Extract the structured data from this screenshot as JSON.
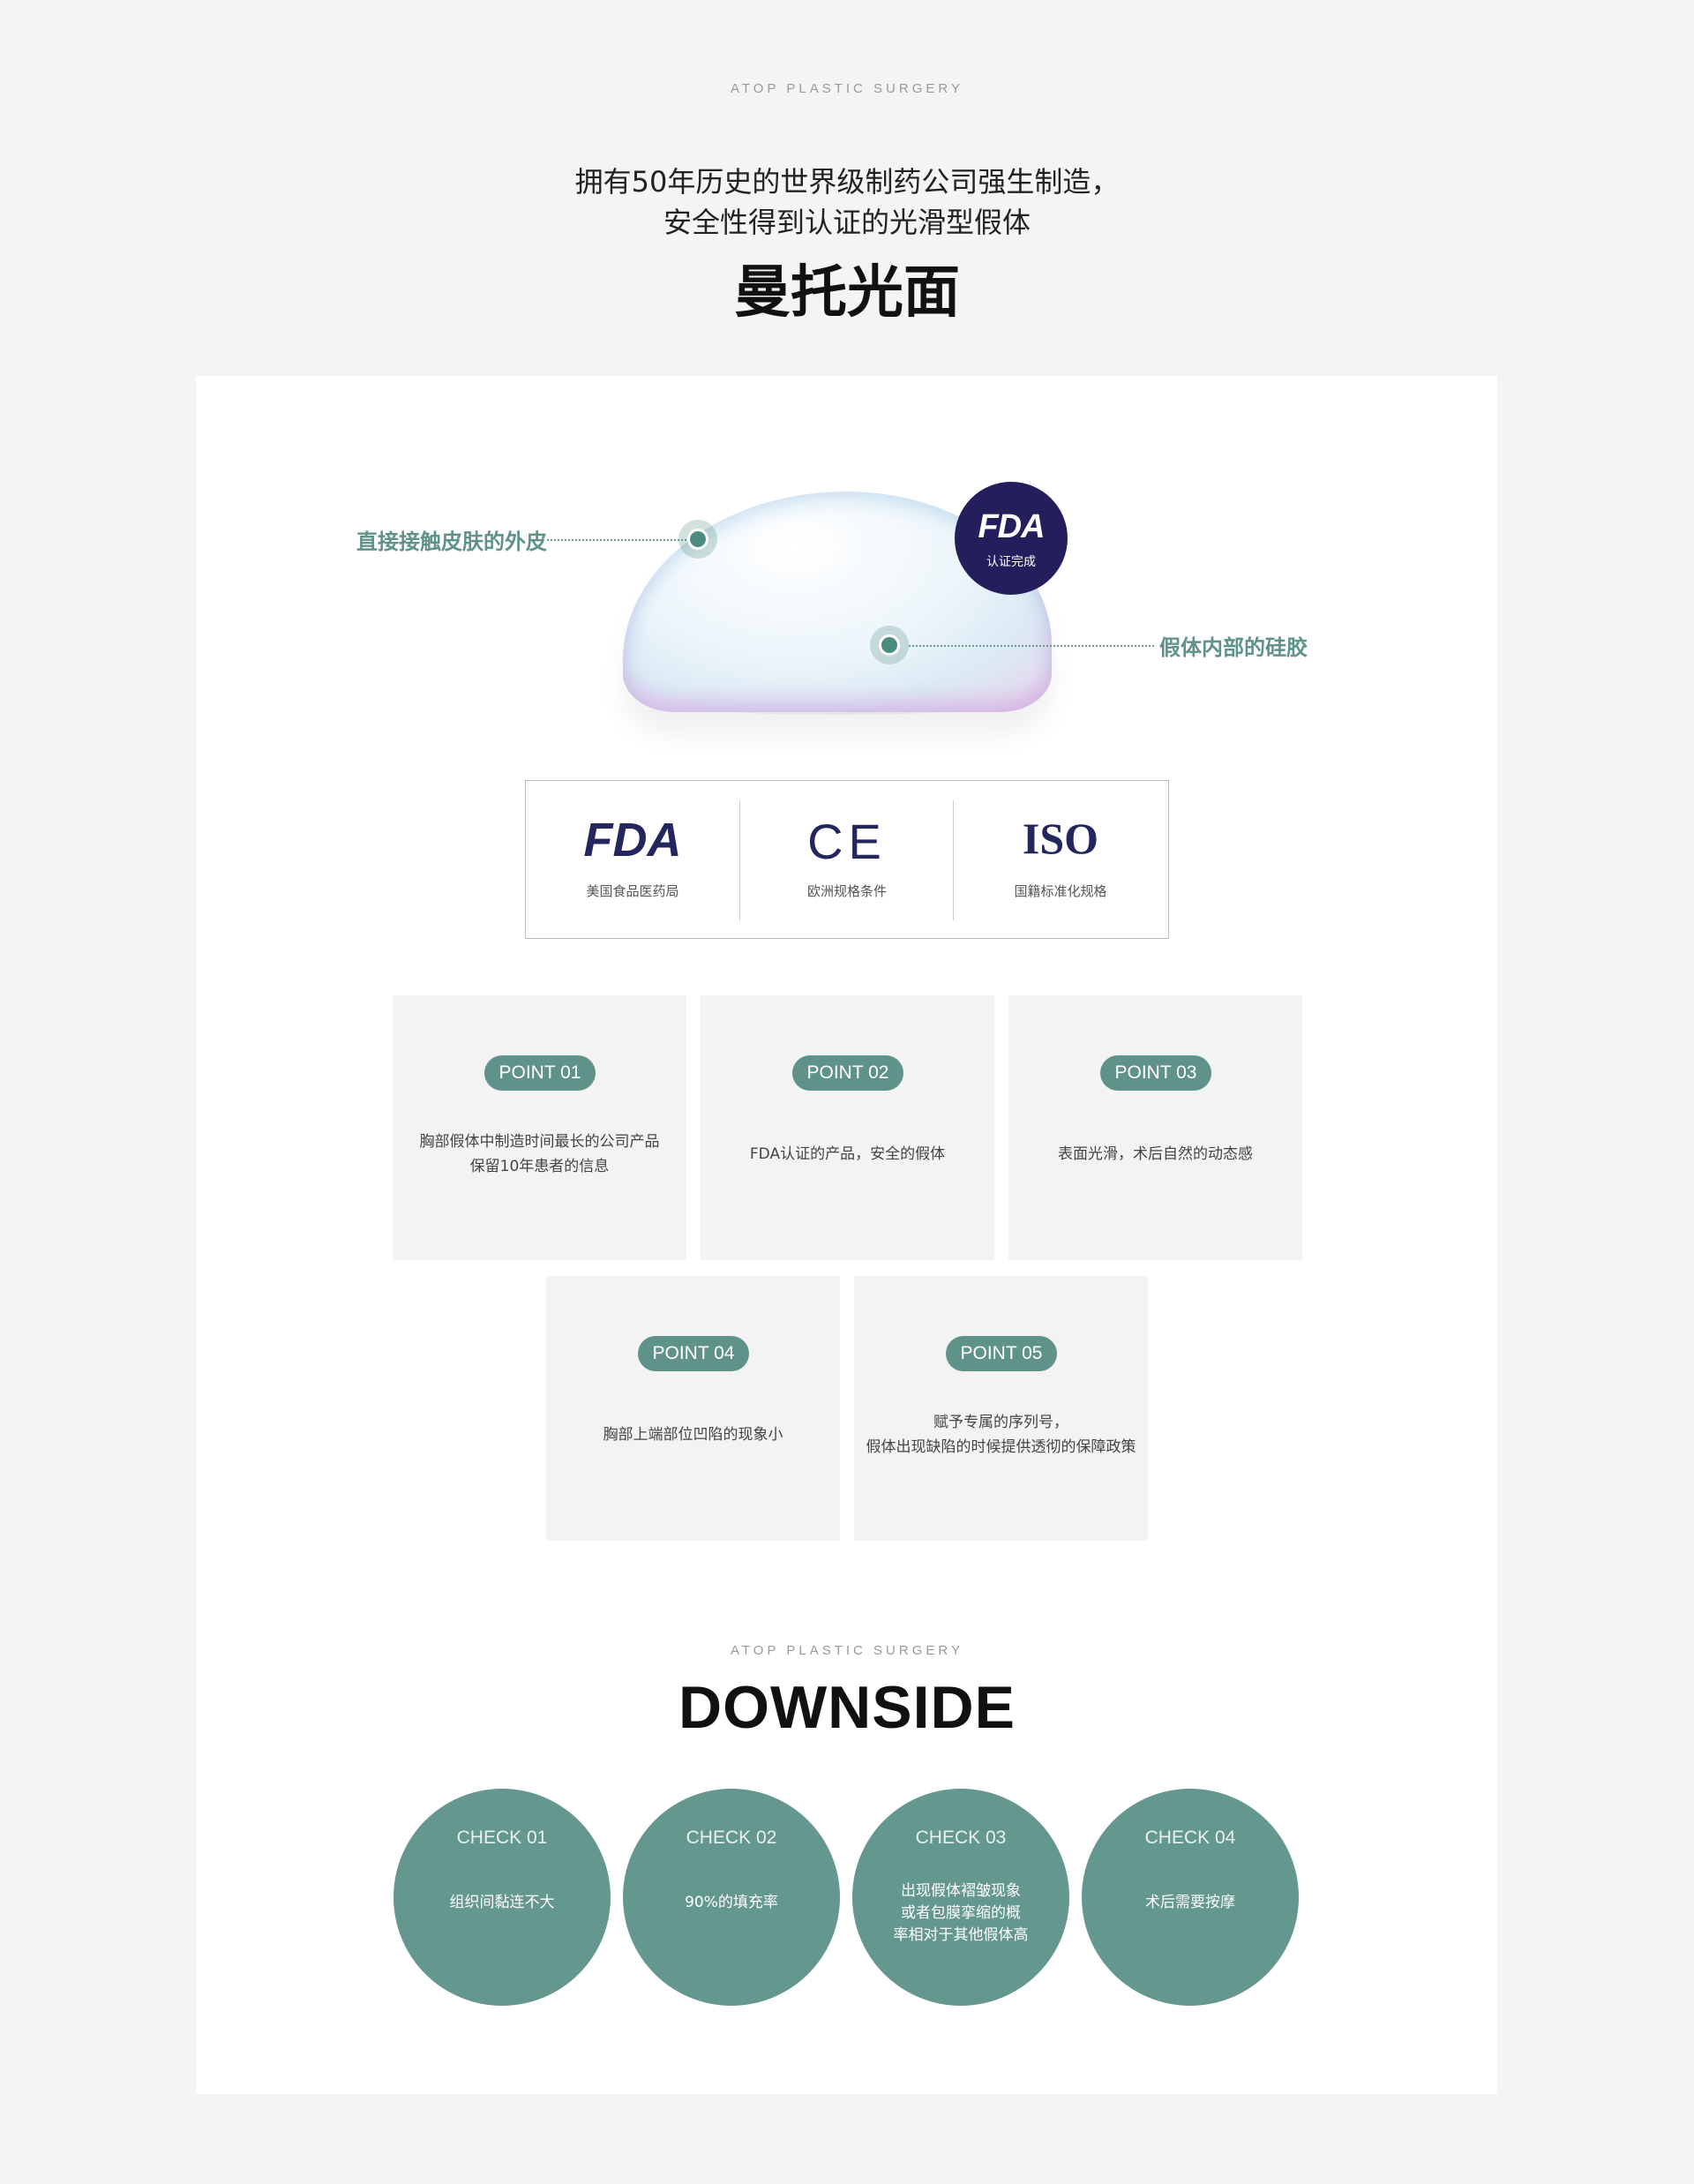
{
  "header": {
    "eyebrow": "ATOP PLASTIC SURGERY",
    "subtitle_line1": "拥有50年历史的世界级制药公司强生制造，",
    "subtitle_line2": "安全性得到认证的光滑型假体",
    "title": "曼托光面"
  },
  "product": {
    "callout_left": "直接接触皮肤的外皮",
    "callout_right": "假体内部的硅胶",
    "badge_mark": "FDA",
    "badge_caption": "认证完成"
  },
  "certifications": [
    {
      "logo": "FDA",
      "caption": "美国食品医药局"
    },
    {
      "logo": "CE",
      "caption": "欧洲规格条件"
    },
    {
      "logo": "ISO",
      "caption": "国籍标准化规格"
    }
  ],
  "points": [
    {
      "label": "POINT 01",
      "lines": [
        "胸部假体中制造时间最长的公司产品",
        "保留10年患者的信息"
      ]
    },
    {
      "label": "POINT 02",
      "lines": [
        "FDA认证的产品，安全的假体"
      ]
    },
    {
      "label": "POINT 03",
      "lines": [
        "表面光滑，术后自然的动态感"
      ]
    },
    {
      "label": "POINT 04",
      "lines": [
        "胸部上端部位凹陷的现象小"
      ]
    },
    {
      "label": "POINT 05",
      "lines": [
        "赋予专属的序列号，",
        "假体出现缺陷的时候提供透彻的保障政策"
      ]
    }
  ],
  "downside": {
    "eyebrow": "ATOP PLASTIC SURGERY",
    "title": "DOWNSIDE",
    "checks": [
      {
        "label": "CHECK 01",
        "lines": [
          "组织间黏连不大"
        ]
      },
      {
        "label": "CHECK 02",
        "lines": [
          "90%的填充率"
        ]
      },
      {
        "label": "CHECK 03",
        "lines": [
          "出现假体褶皱现象",
          "或者包膜挛缩的概",
          "率相对于其他假体高"
        ]
      },
      {
        "label": "CHECK 04",
        "lines": [
          "术后需要按摩"
        ]
      }
    ]
  },
  "colors": {
    "accent_teal": "#5f9389",
    "navy": "#231f5c",
    "card_bg": "#f3f3f3",
    "page_bg": "#f4f4f4"
  }
}
